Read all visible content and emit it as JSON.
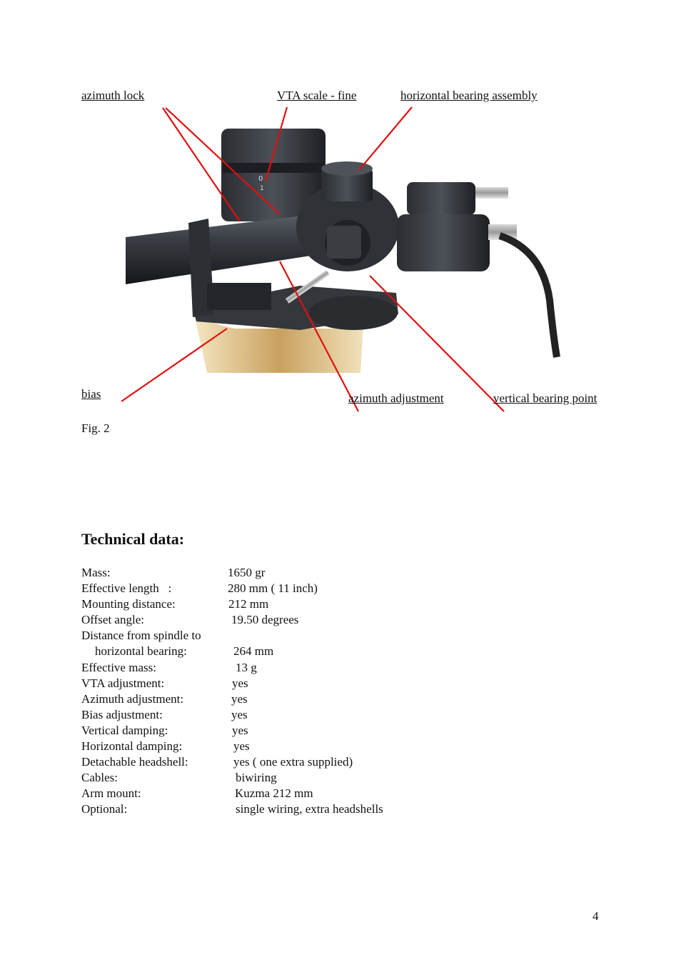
{
  "figure": {
    "callouts": {
      "azimuth_lock": "azimuth lock",
      "vta_scale": "VTA scale - fine",
      "horizontal_bearing": "horizontal bearing assembly",
      "bias": "bias",
      "azimuth_adjustment": "azimuth adjustment",
      "vertical_bearing": "vertical bearing point"
    },
    "dial_marks": [
      "0",
      "1"
    ],
    "caption": "Fig. 2",
    "leader_color": "#e01010"
  },
  "section_title": "Technical data:",
  "specs": [
    {
      "label": "Mass:",
      "value": "1650 gr"
    },
    {
      "label": "Effective length   :",
      "value": "280 mm ( 11 inch)"
    },
    {
      "label": "Mounting distance:",
      "value": "212 mm"
    },
    {
      "label": "Offset angle:",
      "value": "19.50 degrees"
    },
    {
      "label": "Distance from spindle to",
      "value": ""
    },
    {
      "label": "horizontal bearing:",
      "value": "264 mm"
    },
    {
      "label": "Effective mass:",
      "value": "13 g"
    },
    {
      "label": "VTA adjustment:",
      "value": "yes"
    },
    {
      "label": "Azimuth adjustment:",
      "value": "yes"
    },
    {
      "label": "Bias adjustment:",
      "value": "yes"
    },
    {
      "label": "Vertical damping:",
      "value": "yes"
    },
    {
      "label": "Horizontal damping:",
      "value": "yes"
    },
    {
      "label": "Detachable headshell:",
      "value": "yes ( one extra supplied)"
    },
    {
      "label": "Cables:",
      "value": "biwiring"
    },
    {
      "label": "Arm mount:",
      "value": "Kuzma 212 mm"
    },
    {
      "label": "Optional:",
      "value": "single wiring, extra headshells"
    }
  ],
  "page_number": "4"
}
